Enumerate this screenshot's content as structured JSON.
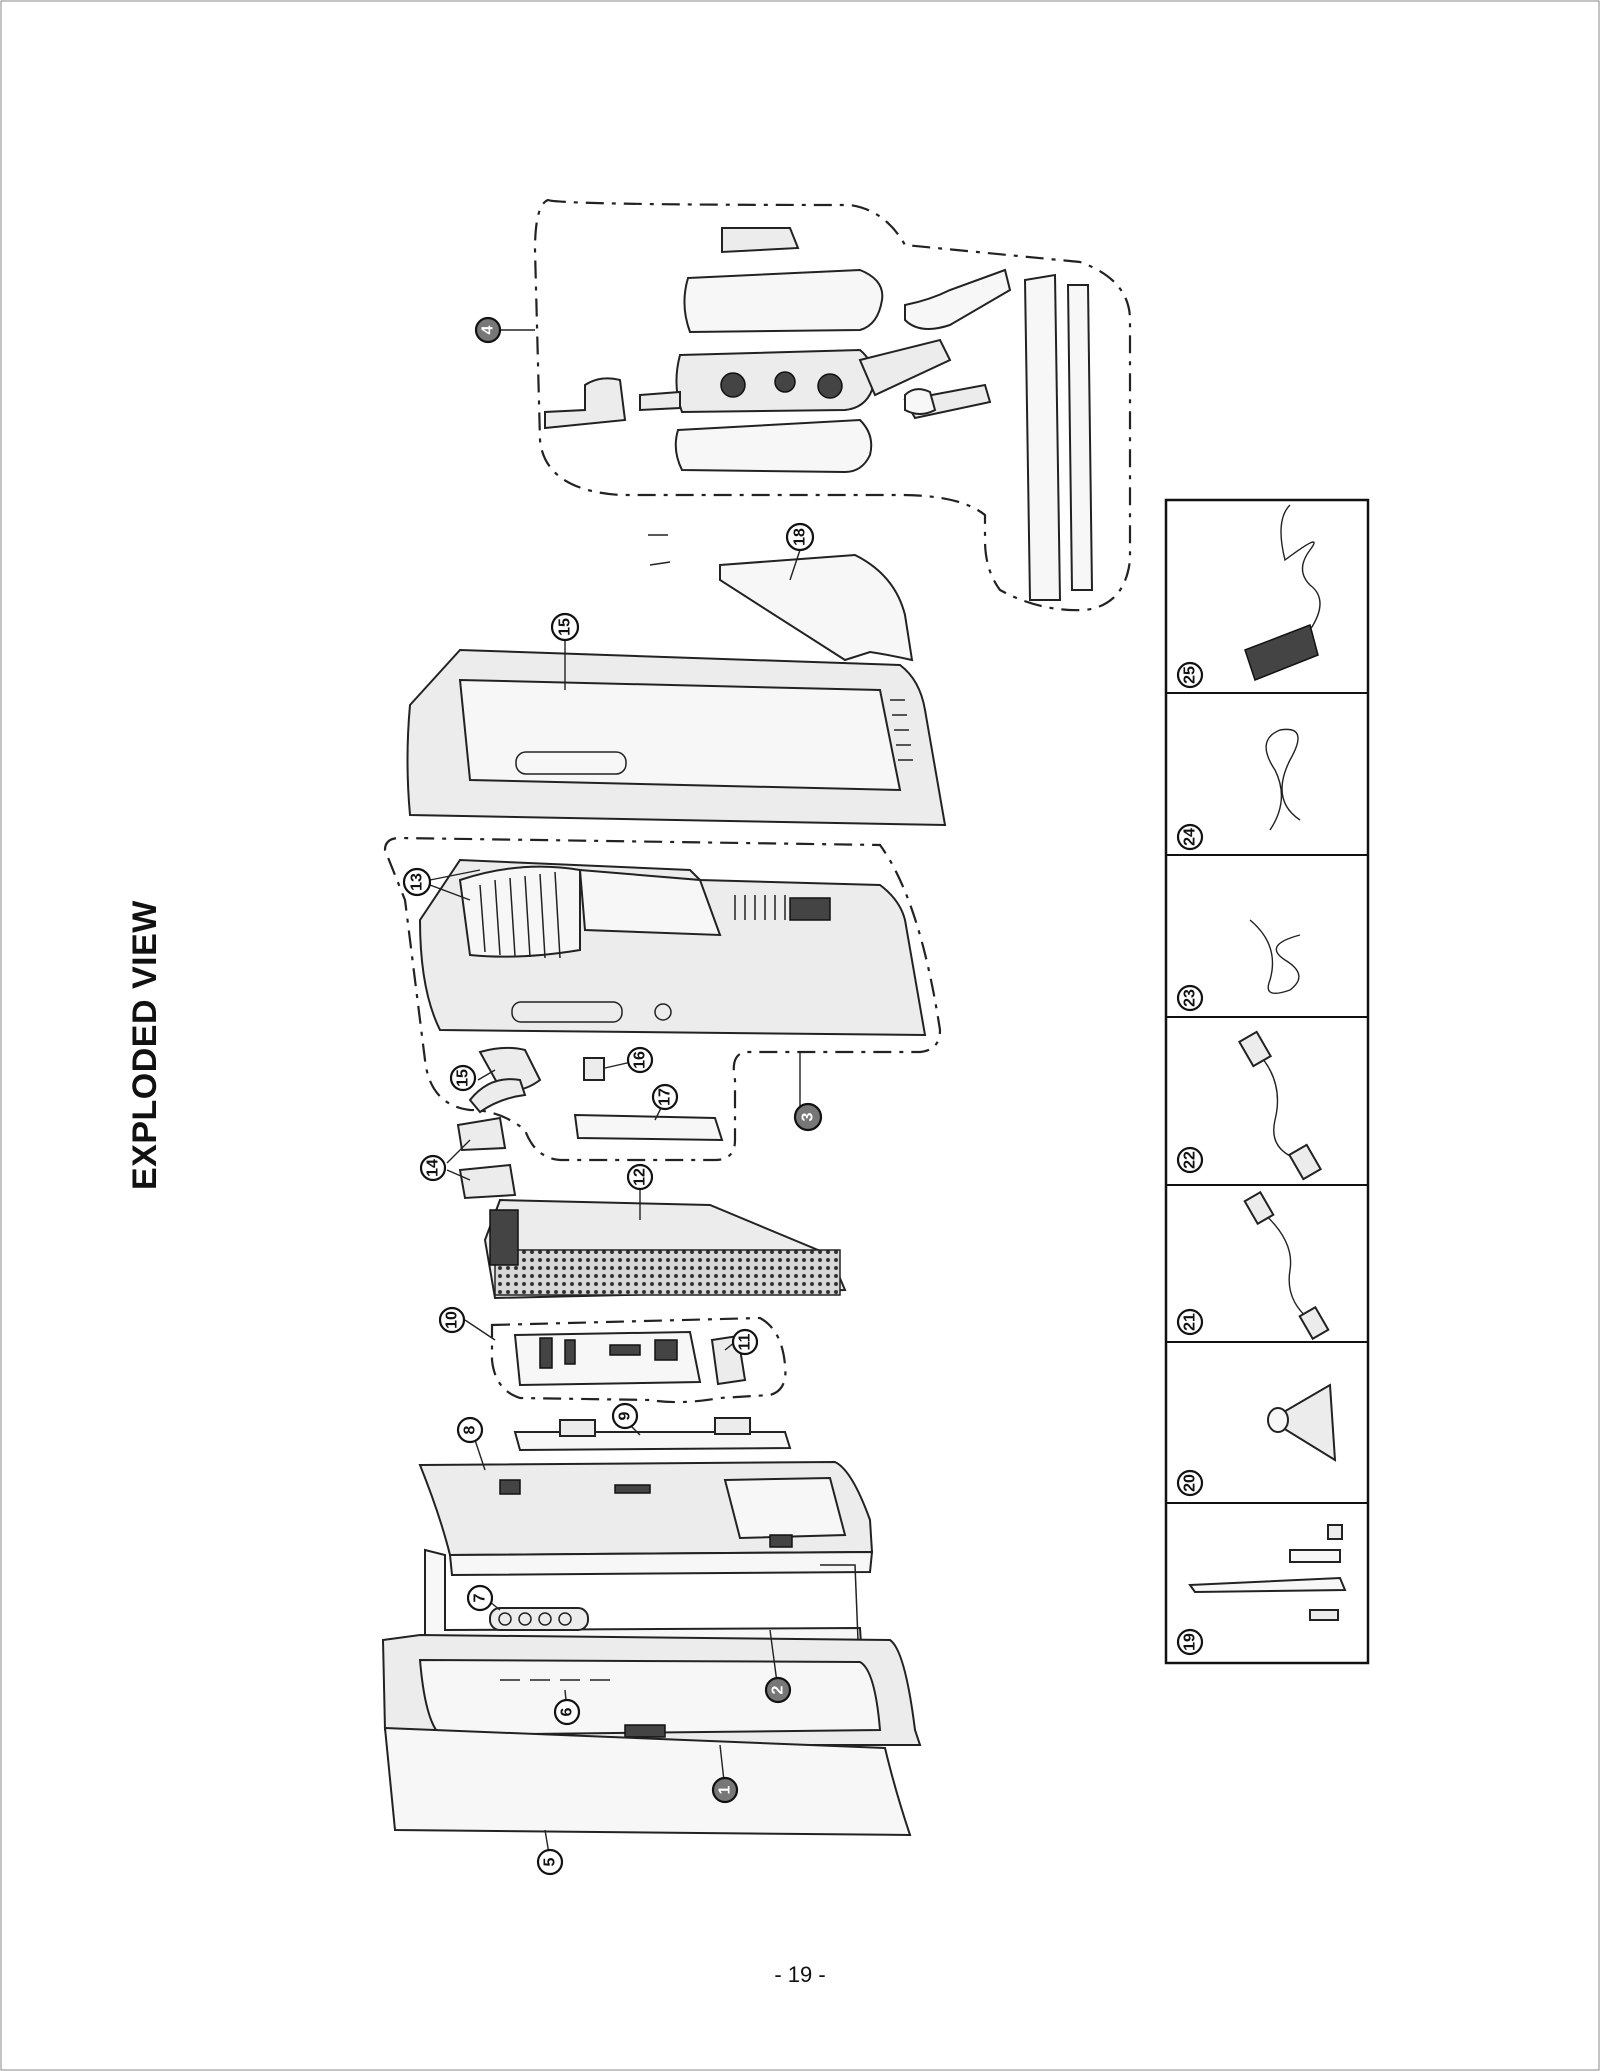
{
  "title": "EXPLODED VIEW",
  "page_number": "- 19 -",
  "callouts": {
    "c1": "1",
    "c2": "2",
    "c3": "3",
    "c4": "4",
    "c5": "5",
    "c6": "6",
    "c7": "7",
    "c8": "8",
    "c9": "9",
    "c10": "10",
    "c11": "11",
    "c12": "12",
    "c13": "13",
    "c14": "14",
    "c15a": "15",
    "c15b": "15",
    "c16": "16",
    "c17": "17",
    "c18": "18"
  },
  "accessories": {
    "a19": "19",
    "a20": "20",
    "a21": "21",
    "a22": "22",
    "a23": "23",
    "a24": "24",
    "a25": "25"
  }
}
